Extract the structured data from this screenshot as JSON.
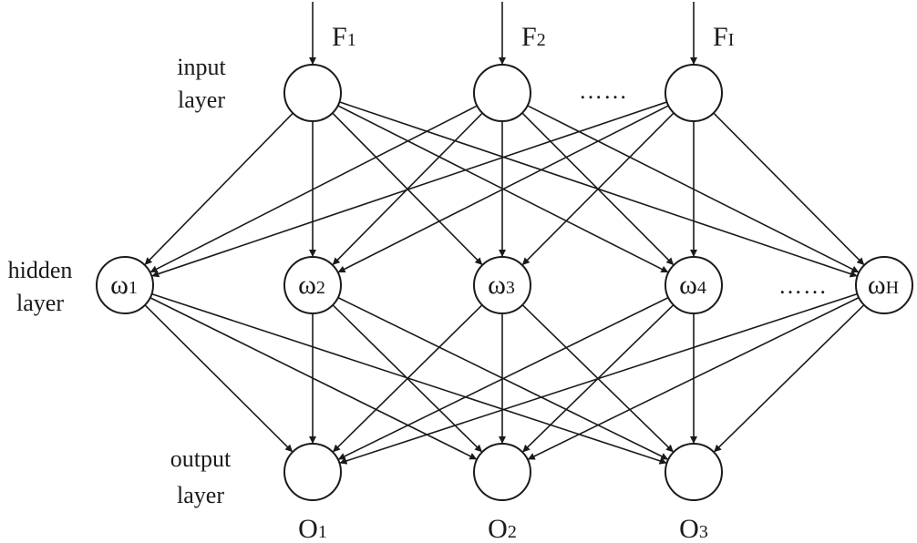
{
  "layers": {
    "input": {
      "line1": "input",
      "line2": "layer"
    },
    "hidden": {
      "line1": "hidden",
      "line2": "layer"
    },
    "output": {
      "line1": "output",
      "line2": "layer"
    }
  },
  "input_nodes": [
    {
      "main": "F",
      "sub": "1"
    },
    {
      "main": "F",
      "sub": "2"
    },
    {
      "main": "F",
      "sub": "I"
    }
  ],
  "hidden_nodes": [
    {
      "main": "ω",
      "sub": "1"
    },
    {
      "main": "ω",
      "sub": "2"
    },
    {
      "main": "ω",
      "sub": "3"
    },
    {
      "main": "ω",
      "sub": "4"
    },
    {
      "main": "ω",
      "sub": "H"
    }
  ],
  "output_nodes": [
    {
      "main": "O",
      "sub": "1"
    },
    {
      "main": "O",
      "sub": "2"
    },
    {
      "main": "O",
      "sub": "3"
    }
  ],
  "ellipsis_input": "……",
  "ellipsis_hidden": "……"
}
